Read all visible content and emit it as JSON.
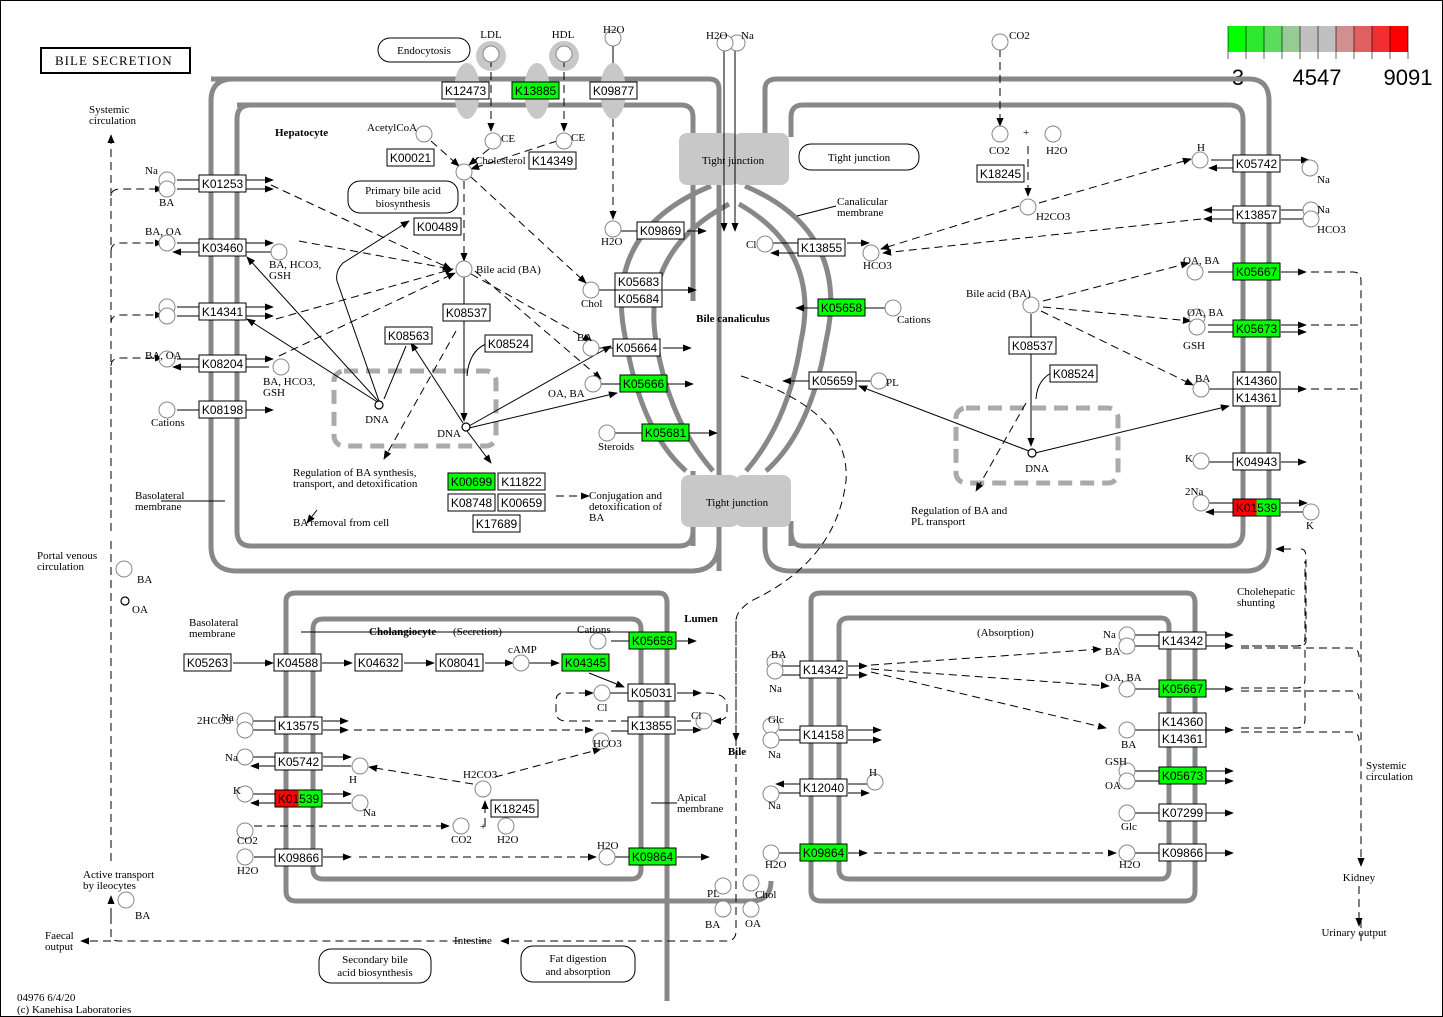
{
  "title": "BILE SECRETION",
  "footer": {
    "id_date": "04976 6/4/20",
    "copyright": "(c) Kanehisa Laboratories"
  },
  "legend": {
    "min_label": "3",
    "mid_label": "4547",
    "max_label": "9091",
    "colors": [
      "#00ff00",
      "#2ee82e",
      "#5cdc5c",
      "#94cc94",
      "#c0c0c0",
      "#c0c0c0",
      "#d09090",
      "#e06060",
      "#f03030",
      "#ff0000"
    ]
  },
  "colors": {
    "green": "#00ff00",
    "red": "#ff0000",
    "white": "#ffffff"
  },
  "maps": {
    "endocytosis": "Endocytosis",
    "primary_bile": [
      "Primary bile acid",
      "biosynthesis"
    ],
    "tight_junction": "Tight junction",
    "secondary_bile": [
      "Secondary bile",
      "acid biosynthesis"
    ],
    "fat_digestion": [
      "Fat digestion",
      "and absorption"
    ]
  },
  "labels": {
    "hepatocyte": "Hepatocyte",
    "cholangiocyte": "Cholangiocyte",
    "secretion": "(Secretion)",
    "absorption": "(Absorption)",
    "bile_canaliculus": "Bile canaliculus",
    "lumen": "Lumen",
    "bile": "Bile",
    "tight_junction_1": "Tight junction",
    "tight_junction_2": "Tight junction",
    "canalicular_membrane": [
      "Canalicular",
      "membrane"
    ],
    "basolateral_membrane_1": [
      "Basolateral",
      "membrane"
    ],
    "basolateral_membrane_2": [
      "Basolateral",
      "membrane"
    ],
    "apical_membrane": [
      "Apical",
      "membrane"
    ],
    "systemic_circulation_1": [
      "Systemic",
      "circulation"
    ],
    "systemic_circulation_2": [
      "Systemic",
      "circulation"
    ],
    "portal_venous": [
      "Portal venous",
      "circulation"
    ],
    "active_transport": [
      "Active transport",
      "by ileocytes"
    ],
    "faecal_output": [
      "Faecal",
      "output"
    ],
    "intestine": "Intestine",
    "kidney": "Kidney",
    "urinary_output": "Urinary output",
    "cholehepatic": [
      "Cholehepatic",
      "shunting"
    ],
    "regulation_ba_synth": [
      "Regulation of BA synthesis,",
      "transport, and detoxification"
    ],
    "ba_removal": "BA removal from cell",
    "conjugation": [
      "Conjugation and",
      "detoxification of",
      "BA"
    ],
    "regulation_ba_pl": [
      "Regulation of BA and",
      "PL transport"
    ],
    "ldl": "LDL",
    "hdl": "HDL",
    "acetylcoa": "AcetylCoA",
    "cholesterol": "Cholesterol",
    "ce1": "CE",
    "ce2": "CE",
    "bile_acid_1": "Bile acid (BA)",
    "bile_acid_2": "Bile acid (BA)",
    "dna1": "DNA",
    "dna2": "DNA",
    "dna3": "DNA",
    "chol": "Chol",
    "ba": "BA",
    "oa_ba": "OA, BA",
    "steroids": "Steroids",
    "cations": "Cations",
    "pl": "PL",
    "cl": "Cl",
    "hco3": "HCO3",
    "h2o": "H2O",
    "co2": "CO2",
    "h2co3": "H2CO3",
    "na": "Na",
    "camp": "cAMP",
    "h": "H",
    "k": "K",
    "glc": "Glc",
    "gsh": "GSH",
    "oa": "OA",
    "two_hco3": "2HCO3",
    "two_na": "2Na",
    "ba_hco3_gsh": [
      "BA, HCO3,",
      "GSH"
    ],
    "ba_oa": "BA, OA",
    "plus": "+"
  },
  "genes": [
    {
      "id": "K12473",
      "color": "white"
    },
    {
      "id": "K13885",
      "color": "green"
    },
    {
      "id": "K09877",
      "color": "white"
    },
    {
      "id": "K00021",
      "color": "white"
    },
    {
      "id": "K14349",
      "color": "white"
    },
    {
      "id": "K00489",
      "color": "white"
    },
    {
      "id": "K01253",
      "color": "white"
    },
    {
      "id": "K03460",
      "color": "white"
    },
    {
      "id": "K14341",
      "color": "white"
    },
    {
      "id": "K08204",
      "color": "white"
    },
    {
      "id": "K08198",
      "color": "white"
    },
    {
      "id": "K08537",
      "color": "white"
    },
    {
      "id": "K08563",
      "color": "white"
    },
    {
      "id": "K08524",
      "color": "white"
    },
    {
      "id": "K09869",
      "color": "white"
    },
    {
      "id": "K05683",
      "color": "white"
    },
    {
      "id": "K05684",
      "color": "white"
    },
    {
      "id": "K05664",
      "color": "white"
    },
    {
      "id": "K05666",
      "color": "green"
    },
    {
      "id": "K05681",
      "color": "green"
    },
    {
      "id": "K00699",
      "color": "green"
    },
    {
      "id": "K11822",
      "color": "white"
    },
    {
      "id": "K08748",
      "color": "white"
    },
    {
      "id": "K00659",
      "color": "white"
    },
    {
      "id": "K17689",
      "color": "white"
    },
    {
      "id": "K13855",
      "color": "white"
    },
    {
      "id": "K05658",
      "color": "green"
    },
    {
      "id": "K05659",
      "color": "white"
    },
    {
      "id": "K18245",
      "color": "white"
    },
    {
      "id": "K08537",
      "color": "white"
    },
    {
      "id": "K08524",
      "color": "white"
    },
    {
      "id": "K05742",
      "color": "white"
    },
    {
      "id": "K13857",
      "color": "white"
    },
    {
      "id": "K05667",
      "color": "green"
    },
    {
      "id": "K05673",
      "color": "green"
    },
    {
      "id": "K14360",
      "color": "white"
    },
    {
      "id": "K14361",
      "color": "white"
    },
    {
      "id": "K04943",
      "color": "white"
    },
    {
      "id": "K01539",
      "color": "split"
    },
    {
      "id": "K05263",
      "color": "white"
    },
    {
      "id": "K04588",
      "color": "white"
    },
    {
      "id": "K04632",
      "color": "white"
    },
    {
      "id": "K08041",
      "color": "white"
    },
    {
      "id": "K04345",
      "color": "green"
    },
    {
      "id": "K05658",
      "color": "green"
    },
    {
      "id": "K05031",
      "color": "white"
    },
    {
      "id": "K13855",
      "color": "white"
    },
    {
      "id": "K13575",
      "color": "white"
    },
    {
      "id": "K05742",
      "color": "white"
    },
    {
      "id": "K01539",
      "color": "split"
    },
    {
      "id": "K18245",
      "color": "white"
    },
    {
      "id": "K09866",
      "color": "white"
    },
    {
      "id": "K09864",
      "color": "green"
    },
    {
      "id": "K14342",
      "color": "white"
    },
    {
      "id": "K14158",
      "color": "white"
    },
    {
      "id": "K12040",
      "color": "white"
    },
    {
      "id": "K09864",
      "color": "green"
    },
    {
      "id": "K14342",
      "color": "white"
    },
    {
      "id": "K05667",
      "color": "green"
    },
    {
      "id": "K14360",
      "color": "white"
    },
    {
      "id": "K14361",
      "color": "white"
    },
    {
      "id": "K05673",
      "color": "green"
    },
    {
      "id": "K07299",
      "color": "white"
    },
    {
      "id": "K09866",
      "color": "white"
    }
  ]
}
